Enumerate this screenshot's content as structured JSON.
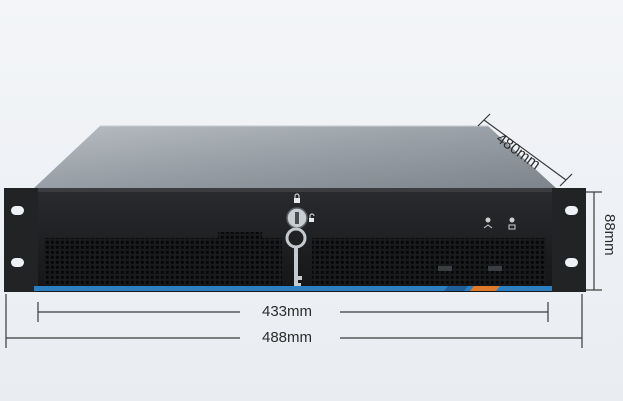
{
  "product": {
    "name": "2U rackmount server chassis with front panel lock and keys"
  },
  "dimensions": {
    "depth": "480mm",
    "height": "88mm",
    "panel_width": "433mm",
    "total_width": "488mm"
  },
  "colors": {
    "background": "#eef1f5",
    "chassis_top": "#9aa1a8",
    "chassis_front": "#1b1c1e",
    "ears": "#222325",
    "accent_blue": "#2d7fc3",
    "accent_orange": "#e07a28",
    "dimension_line": "#3a3a3a"
  }
}
